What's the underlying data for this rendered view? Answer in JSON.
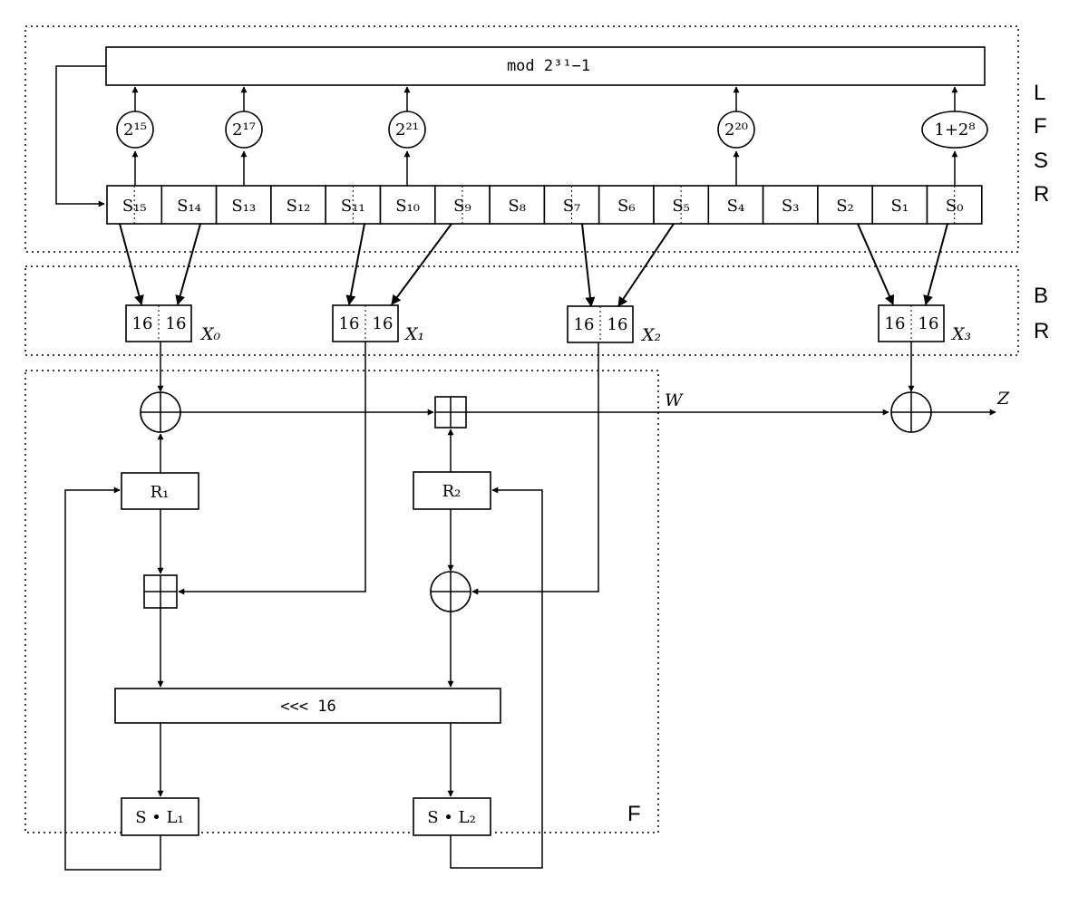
{
  "lfsr": {
    "mod_label": "mod 2³¹−1",
    "taps": [
      {
        "coef": "2¹⁵",
        "id": "tap-2-15"
      },
      {
        "coef": "2¹⁷",
        "id": "tap-2-17"
      },
      {
        "coef": "2²¹",
        "id": "tap-2-21"
      },
      {
        "coef": "2²⁰",
        "id": "tap-2-20"
      },
      {
        "coef": "1+2⁸",
        "id": "tap-1-plus-2-8"
      }
    ],
    "cells": [
      "S₁₅",
      "S₁₄",
      "S₁₃",
      "S₁₂",
      "S₁₁",
      "S₁₀",
      "S₉",
      "S₈",
      "S₇",
      "S₆",
      "S₅",
      "S₄",
      "S₃",
      "S₂",
      "S₁",
      "S₀"
    ],
    "region_letters": [
      "L",
      "F",
      "S",
      "R"
    ]
  },
  "br": {
    "region_letters": [
      "B",
      "R"
    ],
    "half_label": "16",
    "outputs": [
      "X₀",
      "X₁",
      "X₂",
      "X₃"
    ]
  },
  "f": {
    "region_letter": "F",
    "r1": "R₁",
    "r2": "R₂",
    "rotate": "<<< 16",
    "sl1": "S • L₁",
    "sl2": "S • L₂",
    "w_label": "W",
    "z_label": "Z"
  }
}
